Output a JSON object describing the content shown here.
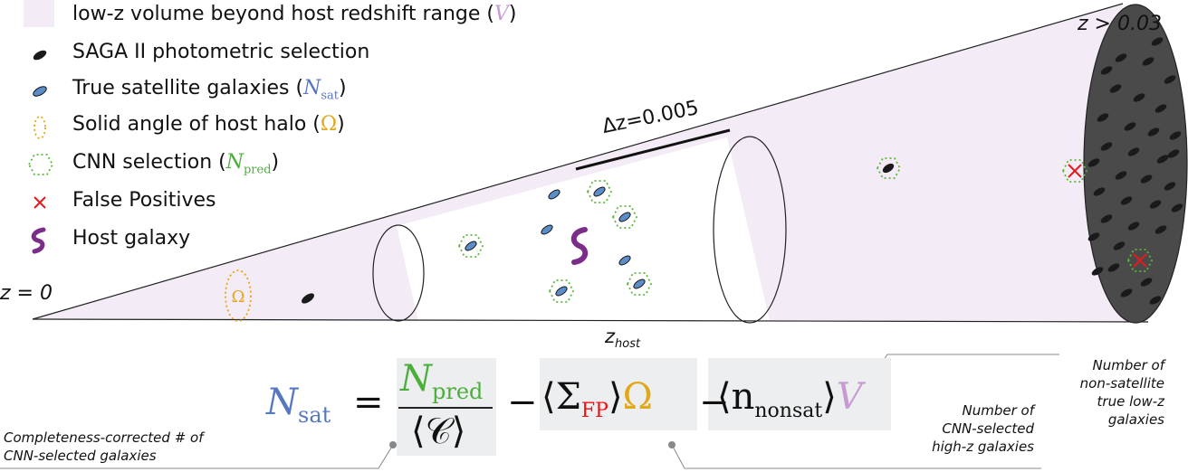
{
  "colors": {
    "volume_fill": "#f3ecf6",
    "true_satellite_fill": "#5b8ec8",
    "photometric_fill": "#1a1a1a",
    "solid_angle": "#e5a41a",
    "cnn_selection": "#5cb83a",
    "false_positive": "#e31b1b",
    "host_galaxy": "#7a2e8a",
    "far_disk": "#4a4a4a",
    "n_sat_blue": "#5777c0",
    "n_pred_green": "#4caf3c",
    "omega_gold": "#e0a81a",
    "v_purple": "#c79bd2",
    "fp_red": "#ee1111"
  },
  "legend": {
    "items": [
      {
        "text": "low-z volume beyond host redshift range (",
        "symbol": "V",
        "close": ")",
        "icon": "purple-rectangle"
      },
      {
        "text": "SAGA II photometric selection",
        "icon": "black-ellipse"
      },
      {
        "text": "True satellite galaxies (",
        "symbol": "N",
        "sub": "sat",
        "close": ")",
        "icon": "blue-ellipse"
      },
      {
        "text": "Solid angle of host halo (",
        "symbol": "Ω",
        "close": ")",
        "icon": "dotted-ellipse"
      },
      {
        "text": "CNN selection (",
        "symbol": "N",
        "sub": "pred",
        "close": ")",
        "icon": "dotted-hexagon"
      },
      {
        "text": "False Positives",
        "icon": "red-cross"
      },
      {
        "text": "Host galaxy",
        "icon": "spiral-galaxy"
      }
    ]
  },
  "labels": {
    "z_zero": "z = 0",
    "z_far": "z > 0.03",
    "delta_z": "Δz=0.005",
    "z_host_main": "z",
    "z_host_sub": "host"
  },
  "equation": {
    "lhs": "N",
    "lhs_sub": "sat",
    "equals": "=",
    "numerator": "N",
    "numerator_sub": "pred",
    "denominator": "⟨𝒞⟩",
    "minus": "−",
    "term2_open": "⟨Σ",
    "term2_sub": "FP",
    "term2_close": "⟩",
    "omega": "Ω",
    "term3": "⟨n",
    "term3_sub": "nonsat",
    "term3_close": "⟩",
    "v": "V"
  },
  "notes": {
    "completeness": [
      "Completeness-corrected # of",
      "CNN-selected galaxies"
    ],
    "highz": [
      "Number of",
      "CNN-selected",
      "high-z galaxies"
    ],
    "nonsat": [
      "Number of",
      "non-satellite",
      "true low-z",
      "galaxies"
    ]
  }
}
